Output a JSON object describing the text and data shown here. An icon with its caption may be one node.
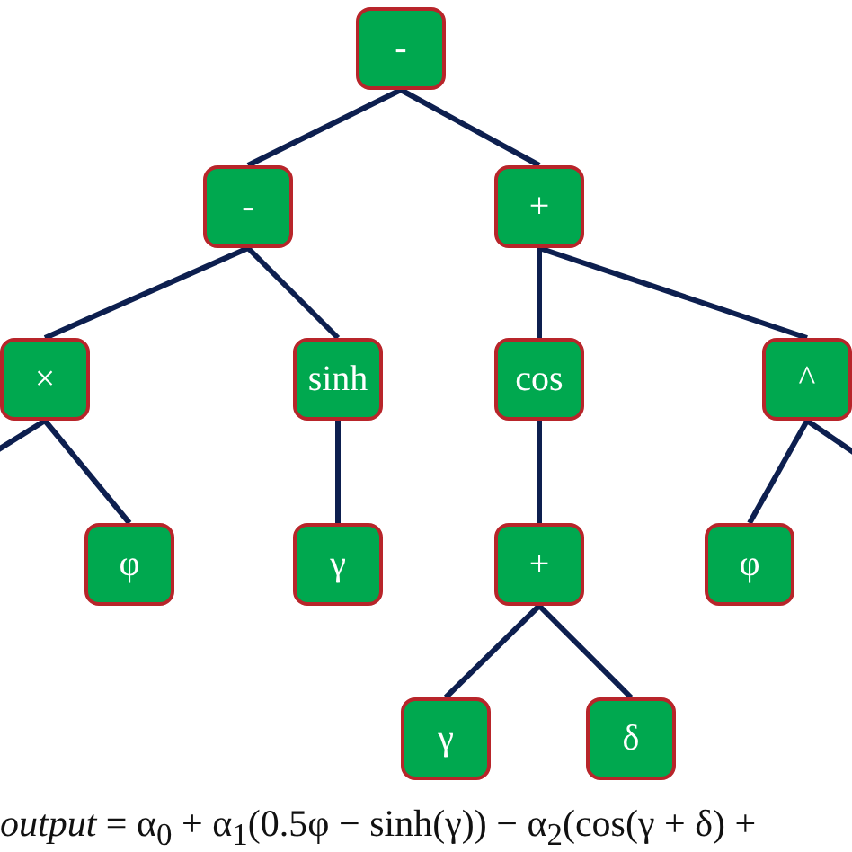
{
  "diagram": {
    "nodes": [
      {
        "text": [
          "-"
        ]
      },
      {
        "text": [
          "-"
        ]
      },
      {
        "text": [
          "+"
        ]
      },
      {
        "text": [
          "×"
        ]
      },
      {
        "text": [
          "sinh"
        ]
      },
      {
        "text": [
          "cos"
        ]
      },
      {
        "text": [
          "^"
        ]
      },
      {
        "text": [
          "φ"
        ]
      },
      {
        "text": [
          "γ"
        ]
      },
      {
        "text": [
          "+"
        ]
      },
      {
        "text": [
          "φ"
        ]
      },
      {
        "text": [
          "γ"
        ]
      },
      {
        "text": [
          "δ"
        ]
      }
    ],
    "edges": [
      {
        "from": 0,
        "to": 1,
        "arrow": "none"
      },
      {
        "from": 0,
        "to": 2,
        "arrow": "none"
      },
      {
        "from": 1,
        "to": 3,
        "arrow": "none"
      },
      {
        "from": 1,
        "to": 4,
        "arrow": "none"
      },
      {
        "from": 2,
        "to": 5,
        "arrow": "none"
      },
      {
        "from": 2,
        "to": 6,
        "arrow": "none"
      },
      {
        "from": 3,
        "to": null,
        "arrow": "none"
      },
      {
        "from": 3,
        "to": 7,
        "arrow": "none"
      },
      {
        "from": 4,
        "to": 8,
        "arrow": "none"
      },
      {
        "from": 5,
        "to": 9,
        "arrow": "none"
      },
      {
        "from": 6,
        "to": 10,
        "arrow": "none"
      },
      {
        "from": 6,
        "to": null,
        "arrow": "none"
      },
      {
        "from": 9,
        "to": 11,
        "arrow": "none"
      },
      {
        "from": 9,
        "to": 12,
        "arrow": "none"
      }
    ],
    "caption": "*output* = α$_{0}$ + α$_{1}$(0.5φ − sinh(γ)) − α$_{2}$(cos(γ + δ) +"
  }
}
